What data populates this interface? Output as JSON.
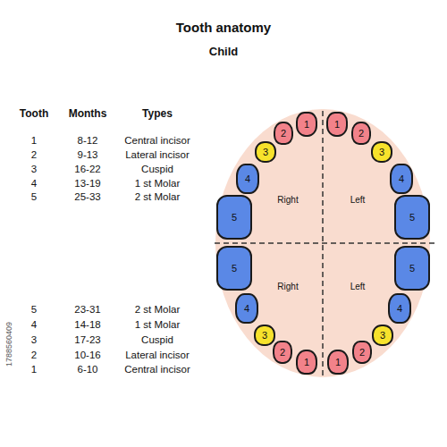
{
  "diagram": {
    "title": "Tooth anatomy",
    "nodes": [
      {
        "text": [
          "2"
        ]
      },
      {
        "text": [
          "1"
        ]
      },
      {
        "text": [
          "1"
        ]
      },
      {
        "text": [
          "2"
        ]
      },
      {
        "text": [
          "3"
        ]
      },
      {
        "text": [
          "3"
        ]
      },
      {
        "text": [
          "4"
        ]
      },
      {
        "text": [
          "4"
        ]
      },
      {
        "text": [
          "5"
        ]
      },
      {
        "text": [
          "5"
        ]
      },
      {
        "text": [
          "5"
        ]
      },
      {
        "text": [
          "5"
        ]
      },
      {
        "text": [
          "4"
        ]
      },
      {
        "text": [
          "4"
        ]
      },
      {
        "text": [
          "3"
        ]
      },
      {
        "text": [
          "3"
        ]
      },
      {
        "text": [
          "2"
        ]
      },
      {
        "text": [
          "1"
        ]
      },
      {
        "text": [
          "1"
        ]
      },
      {
        "text": [
          "2"
        ]
      }
    ],
    "labels": [
      "Child",
      "Tooth",
      "Months",
      "Types",
      "1",
      "8-12",
      "Central incisor",
      "2",
      "9-13",
      "Lateral incisor",
      "3",
      "16-22",
      "Cuspid",
      "4",
      "13-19",
      "1 st Molar",
      "5",
      "25-33",
      "2 st Molar",
      "5",
      "23-31",
      "2 st Molar",
      "4",
      "14-18",
      "1 st Molar",
      "3",
      "17-23",
      "Cuspid",
      "2",
      "10-16",
      "Lateral incisor",
      "1",
      "6-10",
      "Central incisor",
      "Right",
      "Left",
      "Right",
      "Left",
      "1788560409"
    ]
  }
}
